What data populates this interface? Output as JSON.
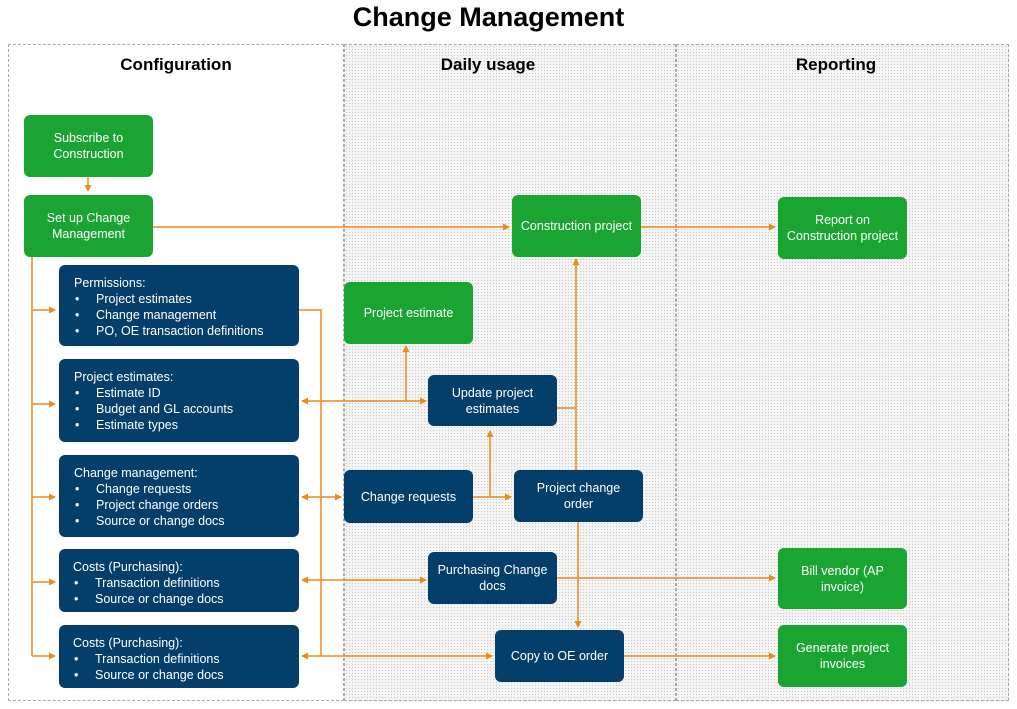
{
  "title": "Change Management",
  "lanes": {
    "configuration": "Configuration",
    "daily_usage": "Daily usage",
    "reporting": "Reporting"
  },
  "colors": {
    "green": "#1aa532",
    "navy": "#033f6a",
    "arrow": "#ef8a1a"
  },
  "nodes": {
    "subscribe": "Subscribe to Construction",
    "setup": "Set up Change Management",
    "construction_project": "Construction project",
    "report_project": "Report on Construction project",
    "project_estimate": "Project estimate",
    "update_estimates": "Update project estimates",
    "change_requests": "Change requests",
    "project_change_order": "Project change order",
    "purchasing_change_docs": "Purchasing Change docs",
    "copy_oe_order": "Copy to OE order",
    "bill_vendor": "Bill vendor (AP invoice)",
    "generate_invoices": "Generate project invoices"
  },
  "config_boxes": {
    "permissions": {
      "head": "Permissions:",
      "items": [
        "Project estimates",
        "Change management",
        "PO, OE transaction definitions"
      ]
    },
    "estimates": {
      "head": "Project estimates:",
      "items": [
        "Estimate ID",
        "Budget and GL accounts",
        "Estimate types"
      ]
    },
    "change": {
      "head": "Change management:",
      "items": [
        "Change requests",
        "Project change orders",
        "Source or change docs"
      ]
    },
    "costs1": {
      "head": "Costs  (Purchasing):",
      "items": [
        "Transaction definitions",
        "Source or change docs"
      ]
    },
    "costs2": {
      "head": "Costs  (Purchasing):",
      "items": [
        "Transaction definitions",
        "Source or change docs"
      ]
    }
  }
}
